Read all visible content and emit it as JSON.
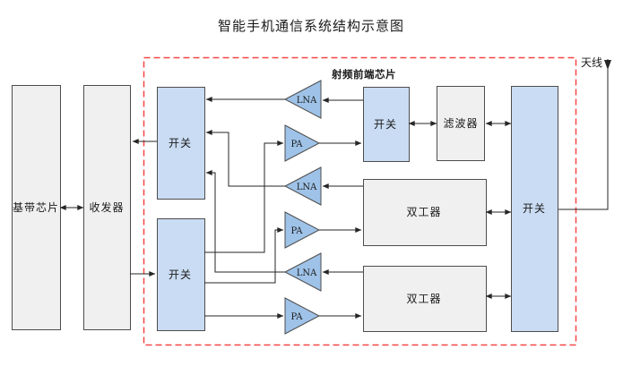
{
  "title": "智能手机通信系统结构示意图",
  "rf_frontend": {
    "label": "射频前端芯片"
  },
  "antenna": {
    "label": "天线"
  },
  "nodes": {
    "baseband": {
      "label": "基带芯片"
    },
    "transceiver": {
      "label": "收发器"
    },
    "switch_upper": {
      "label": "开关"
    },
    "switch_lower": {
      "label": "开关"
    },
    "switch_highband": {
      "label": "开关"
    },
    "filter": {
      "label": "滤波器"
    },
    "duplexer_mid": {
      "label": "双工器"
    },
    "duplexer_low": {
      "label": "双工器"
    },
    "switch_antenna": {
      "label": "开关"
    },
    "lna1": {
      "label": "LNA"
    },
    "pa1": {
      "label": "PA"
    },
    "lna2": {
      "label": "LNA"
    },
    "pa2": {
      "label": "PA"
    },
    "lna3": {
      "label": "LNA"
    },
    "pa3": {
      "label": "PA"
    }
  },
  "colors": {
    "box_gray": "#f0f0f0",
    "box_blue": "#c9dcf3",
    "amp_blue": "#9fc3e8",
    "border": "#4d4d4d",
    "line": "#262626",
    "dashed_red": "#f54646",
    "text": "#1a1a1a"
  }
}
